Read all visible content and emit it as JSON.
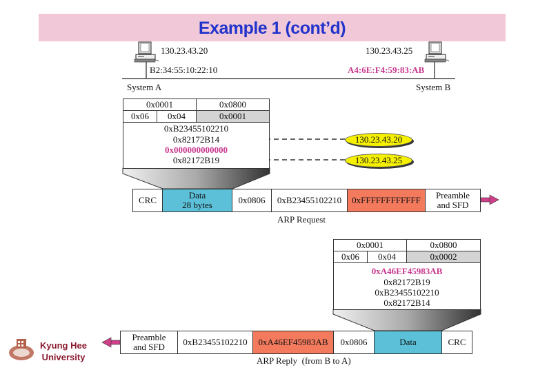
{
  "title": "Example 1 (cont’d)",
  "network": {
    "system_a": {
      "label": "System A",
      "ip": "130.23.43.20",
      "mac": "B2:34:55:10:22:10",
      "icon": "computer-icon"
    },
    "system_b": {
      "label": "System B",
      "ip": "130.23.43.25",
      "mac": "A4:6E:F4:59:83:AB",
      "icon": "computer-icon"
    }
  },
  "arp_request_packet": {
    "hardware_type": "0x0001",
    "protocol_type": "0x0800",
    "hw_len": "0x06",
    "proto_len": "0x04",
    "operation": "0x0001",
    "sender_mac": "0xB23455102210",
    "sender_ip": "0x82172B14",
    "target_mac": "0x000000000000",
    "target_ip": "0x82172B19"
  },
  "ip_callouts": [
    "130.23.43.20",
    "130.23.43.25"
  ],
  "request_frame": {
    "caption": "ARP Request",
    "fields": {
      "crc": "CRC",
      "data_line1": "Data",
      "data_line2": "28 bytes",
      "type": "0x0806",
      "source": "0xB23455102210",
      "destination": "0xFFFFFFFFFFFF",
      "preamble_line1": "Preamble",
      "preamble_line2": "and SFD"
    }
  },
  "arp_reply_packet": {
    "hardware_type": "0x0001",
    "protocol_type": "0x0800",
    "hw_len": "0x06",
    "proto_len": "0x04",
    "operation": "0x0002",
    "sender_mac": "0xA46EF45983AB",
    "sender_ip": "0x82172B19",
    "target_mac": "0xB23455102210",
    "target_ip": "0x82172B14"
  },
  "reply_frame": {
    "caption": "ARP Reply  (from B to A)",
    "fields": {
      "preamble_line1": "Preamble",
      "preamble_line2": "and SFD",
      "destination": "0xB23455102210",
      "source": "0xA46EF45983AB",
      "type": "0x0806",
      "data": "Data",
      "crc": "CRC"
    }
  },
  "footer": {
    "university_line1": "Kyung Hee",
    "university_line2": "University"
  },
  "colors": {
    "title_bg": "#f0c8d8",
    "title_text": "#2233cc",
    "highlight_text": "#c8388f",
    "data_field": "#5bc0d8",
    "address_field": "#f37a5d",
    "ip_callout": "#f5f000",
    "arrow": "#d0408a"
  }
}
